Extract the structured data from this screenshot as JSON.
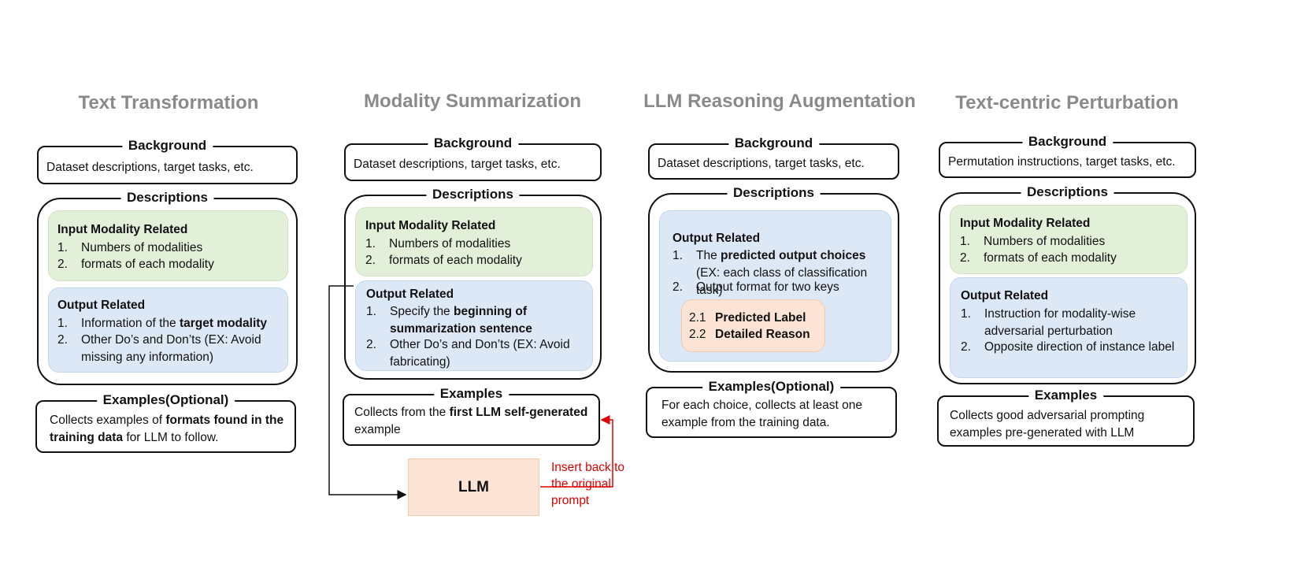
{
  "labels": {
    "background": "Background",
    "descriptions": "Descriptions",
    "examples": "Examples",
    "examples_optional": "Examples(Optional)",
    "input_modality_related": "Input Modality Related",
    "output_related": "Output Related"
  },
  "columns": [
    {
      "title": "Text Transformation",
      "background": "Dataset descriptions, target tasks, etc.",
      "input": [
        "Numbers of modalities",
        "formats of each modality"
      ],
      "output": [
        [
          "Information of the ",
          "target modality",
          ""
        ],
        [
          "Other Do’s and Don’ts (EX: Avoid missing any information)",
          "",
          ""
        ]
      ],
      "examples": [
        "Collects examples of ",
        "formats found in the training data",
        " for LLM to follow."
      ]
    },
    {
      "title": "Modality Summarization",
      "background": "Dataset descriptions, target tasks, etc.",
      "input": [
        "Numbers of modalities",
        "formats of each modality"
      ],
      "output": [
        [
          "Specify the ",
          "beginning of summarization sentence",
          ""
        ],
        [
          "Other Do’s and Don’ts (EX: Avoid fabricating)",
          "",
          ""
        ]
      ],
      "examples": [
        "Collects from the ",
        "first LLM self-generated",
        " example"
      ],
      "llm": "LLM",
      "insert_note": "Insert back to the original prompt"
    },
    {
      "title": "LLM Reasoning Augmentation",
      "background": "Dataset descriptions, target tasks, etc.",
      "output": [
        [
          "The ",
          "predicted output choices",
          " (EX: each class of classification task)"
        ],
        [
          "Output format for two keys",
          "",
          ""
        ]
      ],
      "keys": [
        {
          "num": "2.1",
          "label": "Predicted Label"
        },
        {
          "num": "2.2",
          "label": "Detailed Reason"
        }
      ],
      "examples": [
        "For each choice, collects at least one example from the training data.",
        "",
        ""
      ]
    },
    {
      "title": "Text-centric Perturbation",
      "background": "Permutation instructions, target tasks, etc.",
      "input": [
        "Numbers of modalities",
        "formats of each modality"
      ],
      "output": [
        [
          "Instruction for modality-wise adversarial perturbation",
          "",
          ""
        ],
        [
          "Opposite direction of instance label",
          "",
          ""
        ]
      ],
      "examples": [
        "Collects good adversarial prompting examples pre-generated with LLM",
        "",
        ""
      ]
    }
  ],
  "numbering": [
    "1.",
    "2."
  ]
}
